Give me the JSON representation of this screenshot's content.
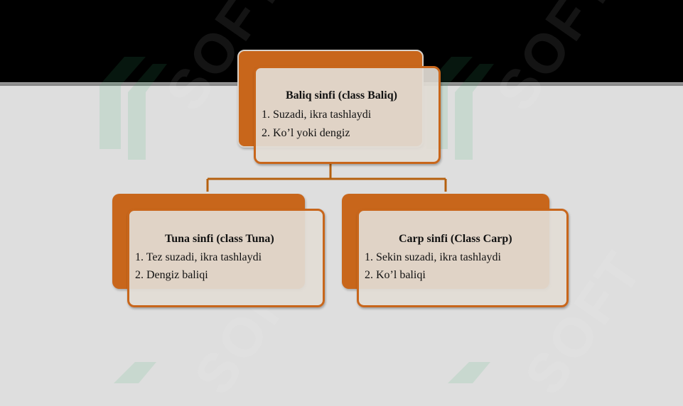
{
  "watermark": {
    "text": "SOFT",
    "color": "#3cb371"
  },
  "colors": {
    "accent": "#c8661b",
    "box_fill": "#e2dcd5",
    "background": "#dedede",
    "header": "#000000"
  },
  "root": {
    "title": "Baliq sinfi (class Baliq)",
    "lines": [
      "1. Suzadi, ikra tashlaydi",
      "2. Ko’l yoki dengiz"
    ]
  },
  "children": [
    {
      "title": "Tuna sinfi (class Tuna)",
      "lines": [
        "1. Tez suzadi, ikra tashlaydi",
        "2. Dengiz baliqi"
      ]
    },
    {
      "title": "Carp sinfi (Class Carp)",
      "lines": [
        "1. Sekin suzadi, ikra tashlaydi",
        "2. Ko’l baliqi"
      ]
    }
  ]
}
